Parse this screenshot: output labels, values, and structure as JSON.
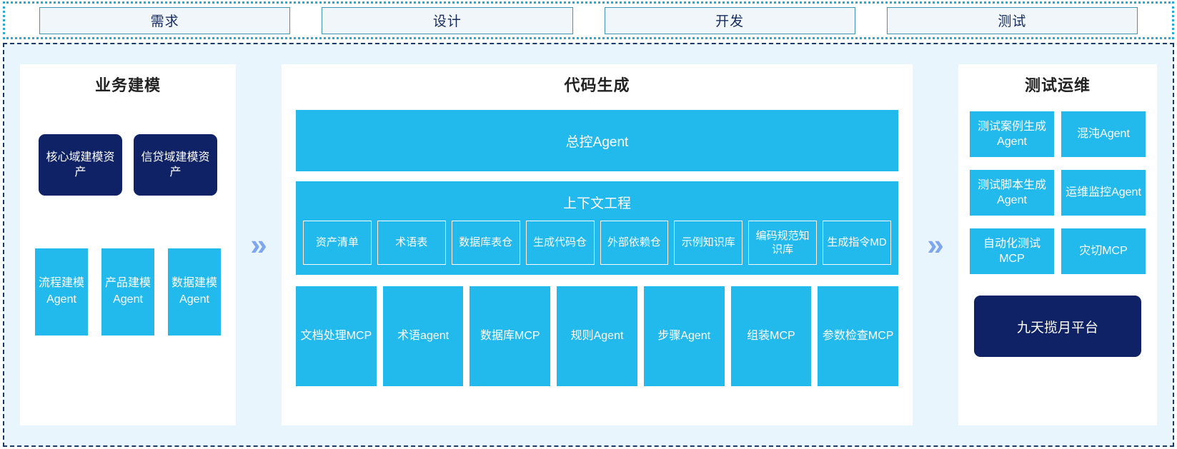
{
  "phases": [
    {
      "label": "需求"
    },
    {
      "label": "设计"
    },
    {
      "label": "开发"
    },
    {
      "label": "测试"
    }
  ],
  "arrow_glyph": "»",
  "colors": {
    "cyan": "#22b9ec",
    "navy": "#0e2265",
    "section_bg": "#e9f5fd",
    "arrow": "#7da6ee",
    "phase_border": "#3c96b4",
    "phase_fill": "#f1f6fa",
    "band_border": "#2ba9d4",
    "section_border": "#1b3a6b"
  },
  "left_panel": {
    "title": "业务建模",
    "assets": [
      {
        "label": "核心域建模资产"
      },
      {
        "label": "信贷域建模资产"
      }
    ],
    "agents": [
      {
        "label": "流程建模Agent"
      },
      {
        "label": "产品建模Agent"
      },
      {
        "label": "数据建模Agent"
      }
    ]
  },
  "center_panel": {
    "title": "代码生成",
    "master_agent": "总控Agent",
    "context": {
      "title": "上下文工程",
      "items": [
        {
          "label": "资产清单"
        },
        {
          "label": "术语表"
        },
        {
          "label": "数据库表仓"
        },
        {
          "label": "生成代码仓"
        },
        {
          "label": "外部依赖仓"
        },
        {
          "label": "示例知识库"
        },
        {
          "label": "编码规范知识库"
        },
        {
          "label": "生成指令MD"
        }
      ]
    },
    "tools": [
      {
        "label": "文档处理MCP"
      },
      {
        "label": "术语agent"
      },
      {
        "label": "数据库MCP"
      },
      {
        "label": "规则Agent"
      },
      {
        "label": "步骤Agent"
      },
      {
        "label": "组装MCP"
      },
      {
        "label": "参数检查MCP"
      }
    ]
  },
  "right_panel": {
    "title": "测试运维",
    "items": [
      {
        "label": "测试案例生成Agent"
      },
      {
        "label": "混沌Agent"
      },
      {
        "label": "测试脚本生成Agent"
      },
      {
        "label": "运维监控Agent"
      },
      {
        "label": "自动化测试MCP"
      },
      {
        "label": "灾切MCP"
      }
    ],
    "platform": "九天揽月平台"
  }
}
